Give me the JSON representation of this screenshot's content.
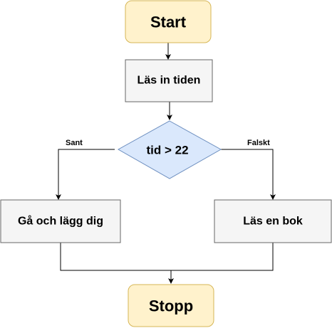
{
  "flowchart": {
    "nodes": {
      "start": {
        "label": "Start",
        "shape": "rounded-rectangle",
        "fill": "#fff2cc",
        "stroke": "#d6b656"
      },
      "read_time": {
        "label": "Läs in tiden",
        "shape": "rectangle",
        "fill": "#f5f5f5",
        "stroke": "#666666"
      },
      "decision": {
        "label": "tid > 22",
        "shape": "diamond",
        "fill": "#dae8fc",
        "stroke": "#6c8ebf"
      },
      "go_to_bed": {
        "label": "Gå och lägg dig",
        "shape": "rectangle",
        "fill": "#f5f5f5",
        "stroke": "#666666"
      },
      "read_book": {
        "label": "Läs en bok",
        "shape": "rectangle",
        "fill": "#f5f5f5",
        "stroke": "#666666"
      },
      "stop": {
        "label": "Stopp",
        "shape": "rounded-rectangle",
        "fill": "#fff2cc",
        "stroke": "#d6b656"
      }
    },
    "edges": {
      "true_branch": {
        "label": "Sant",
        "from": "decision",
        "to": "go_to_bed"
      },
      "false_branch": {
        "label": "Falskt",
        "from": "decision",
        "to": "read_book"
      }
    },
    "connector_color": "#000000"
  }
}
